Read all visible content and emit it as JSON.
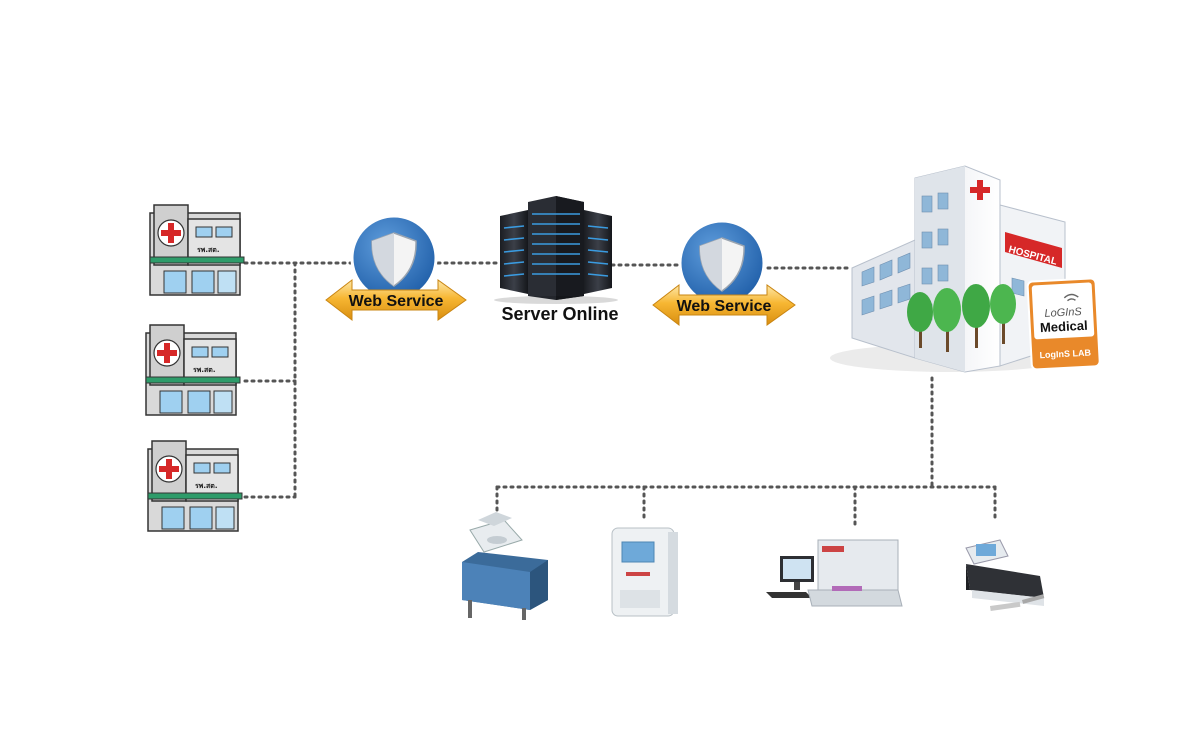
{
  "clinics": [
    {
      "sign": "รพ.สต."
    },
    {
      "sign": "รพ.สต."
    },
    {
      "sign": "รพ.สต."
    }
  ],
  "web_service_left": {
    "label": "Web Service",
    "icon": "shield-icon"
  },
  "server": {
    "label": "Server Online",
    "icon": "server-icon"
  },
  "web_service_right": {
    "label": "Web Service",
    "icon": "shield-icon"
  },
  "hospital": {
    "sign": "HOSPITAL"
  },
  "logo": {
    "brand_line1": "LoGInS",
    "brand_line2": "Medical",
    "tagline": "LogInS LAB"
  },
  "instruments": [
    {
      "icon": "chemistry-analyzer-icon"
    },
    {
      "icon": "electrolyte-analyzer-icon"
    },
    {
      "icon": "hematology-analyzer-icon"
    },
    {
      "icon": "urine-analyzer-icon"
    }
  ],
  "colors": {
    "dotted_line": "#555555",
    "shield_blue": "#2f6db8",
    "arrow_orange": "#f7b733",
    "logo_orange": "#e9892a",
    "server_glow": "#3a9be0",
    "hospital_red": "#d62828"
  }
}
